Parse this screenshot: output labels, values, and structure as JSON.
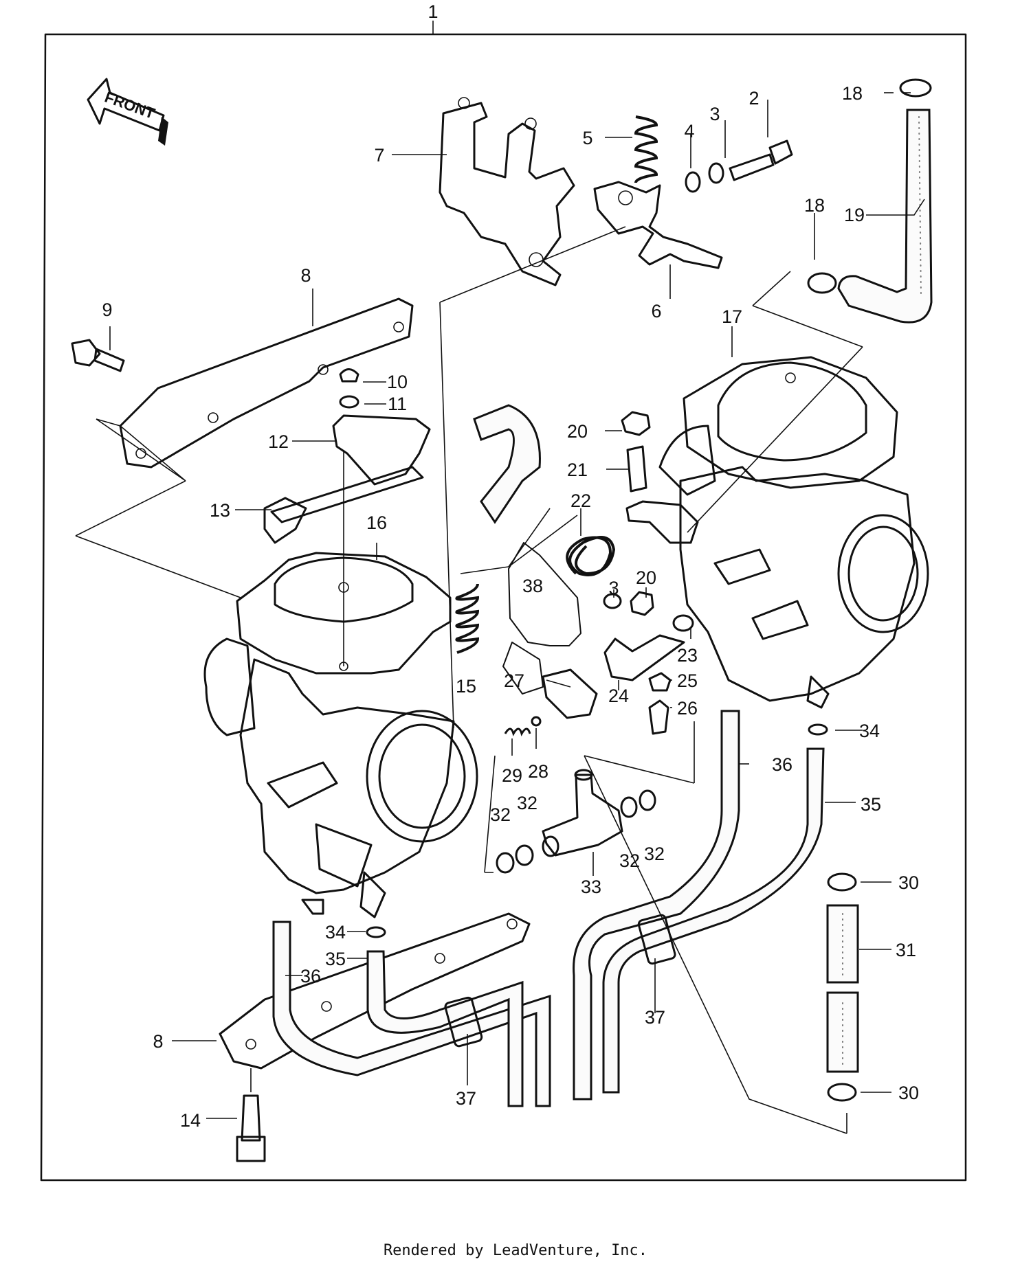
{
  "front_arrow_label": "FRONT",
  "footer_text": "Rendered by LeadVenture, Inc.",
  "callouts": [
    {
      "id": "c1",
      "text": "1"
    },
    {
      "id": "c2",
      "text": "2"
    },
    {
      "id": "c3a",
      "text": "3"
    },
    {
      "id": "c3b",
      "text": "3"
    },
    {
      "id": "c4",
      "text": "4"
    },
    {
      "id": "c5",
      "text": "5"
    },
    {
      "id": "c6",
      "text": "6"
    },
    {
      "id": "c7",
      "text": "7"
    },
    {
      "id": "c8a",
      "text": "8"
    },
    {
      "id": "c8b",
      "text": "8"
    },
    {
      "id": "c9",
      "text": "9"
    },
    {
      "id": "c10",
      "text": "10"
    },
    {
      "id": "c11",
      "text": "11"
    },
    {
      "id": "c12",
      "text": "12"
    },
    {
      "id": "c13",
      "text": "13"
    },
    {
      "id": "c14",
      "text": "14"
    },
    {
      "id": "c15",
      "text": "15"
    },
    {
      "id": "c16",
      "text": "16"
    },
    {
      "id": "c17",
      "text": "17"
    },
    {
      "id": "c18a",
      "text": "18"
    },
    {
      "id": "c18b",
      "text": "18"
    },
    {
      "id": "c19",
      "text": "19"
    },
    {
      "id": "c20a",
      "text": "20"
    },
    {
      "id": "c20b",
      "text": "20"
    },
    {
      "id": "c21",
      "text": "21"
    },
    {
      "id": "c22",
      "text": "22"
    },
    {
      "id": "c23",
      "text": "23"
    },
    {
      "id": "c24",
      "text": "24"
    },
    {
      "id": "c25",
      "text": "25"
    },
    {
      "id": "c26",
      "text": "26"
    },
    {
      "id": "c27",
      "text": "27"
    },
    {
      "id": "c28",
      "text": "28"
    },
    {
      "id": "c29",
      "text": "29"
    },
    {
      "id": "c30a",
      "text": "30"
    },
    {
      "id": "c30b",
      "text": "30"
    },
    {
      "id": "c31",
      "text": "31"
    },
    {
      "id": "c32a",
      "text": "32"
    },
    {
      "id": "c32b",
      "text": "32"
    },
    {
      "id": "c32c",
      "text": "32"
    },
    {
      "id": "c32d",
      "text": "32"
    },
    {
      "id": "c33",
      "text": "33"
    },
    {
      "id": "c34a",
      "text": "34"
    },
    {
      "id": "c34b",
      "text": "34"
    },
    {
      "id": "c35a",
      "text": "35"
    },
    {
      "id": "c35b",
      "text": "35"
    },
    {
      "id": "c36a",
      "text": "36"
    },
    {
      "id": "c36b",
      "text": "36"
    },
    {
      "id": "c37a",
      "text": "37"
    },
    {
      "id": "c37b",
      "text": "37"
    },
    {
      "id": "c38",
      "text": "38"
    }
  ]
}
